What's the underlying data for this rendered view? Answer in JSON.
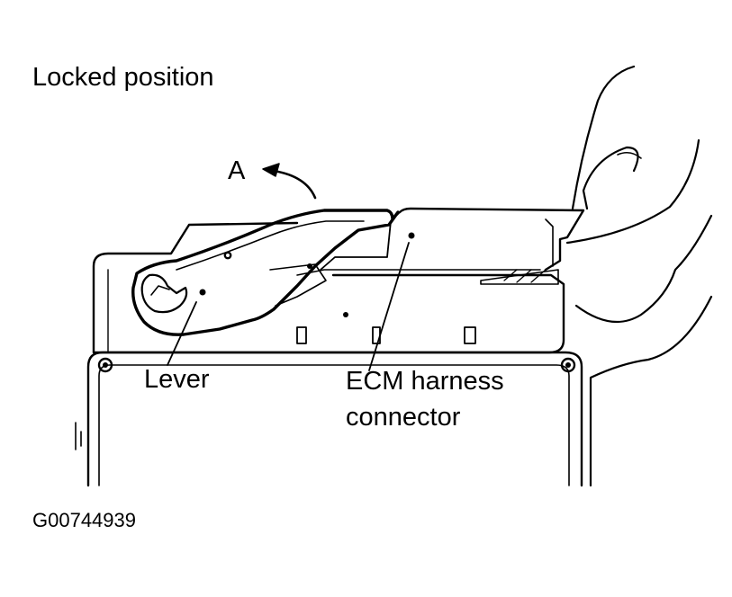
{
  "diagram": {
    "title": "Locked position",
    "callout_a": "A",
    "labels": {
      "lever": "Lever",
      "ecm_line1": "ECM harness",
      "ecm_line2": "connector"
    },
    "figure_id": "G00744939"
  }
}
